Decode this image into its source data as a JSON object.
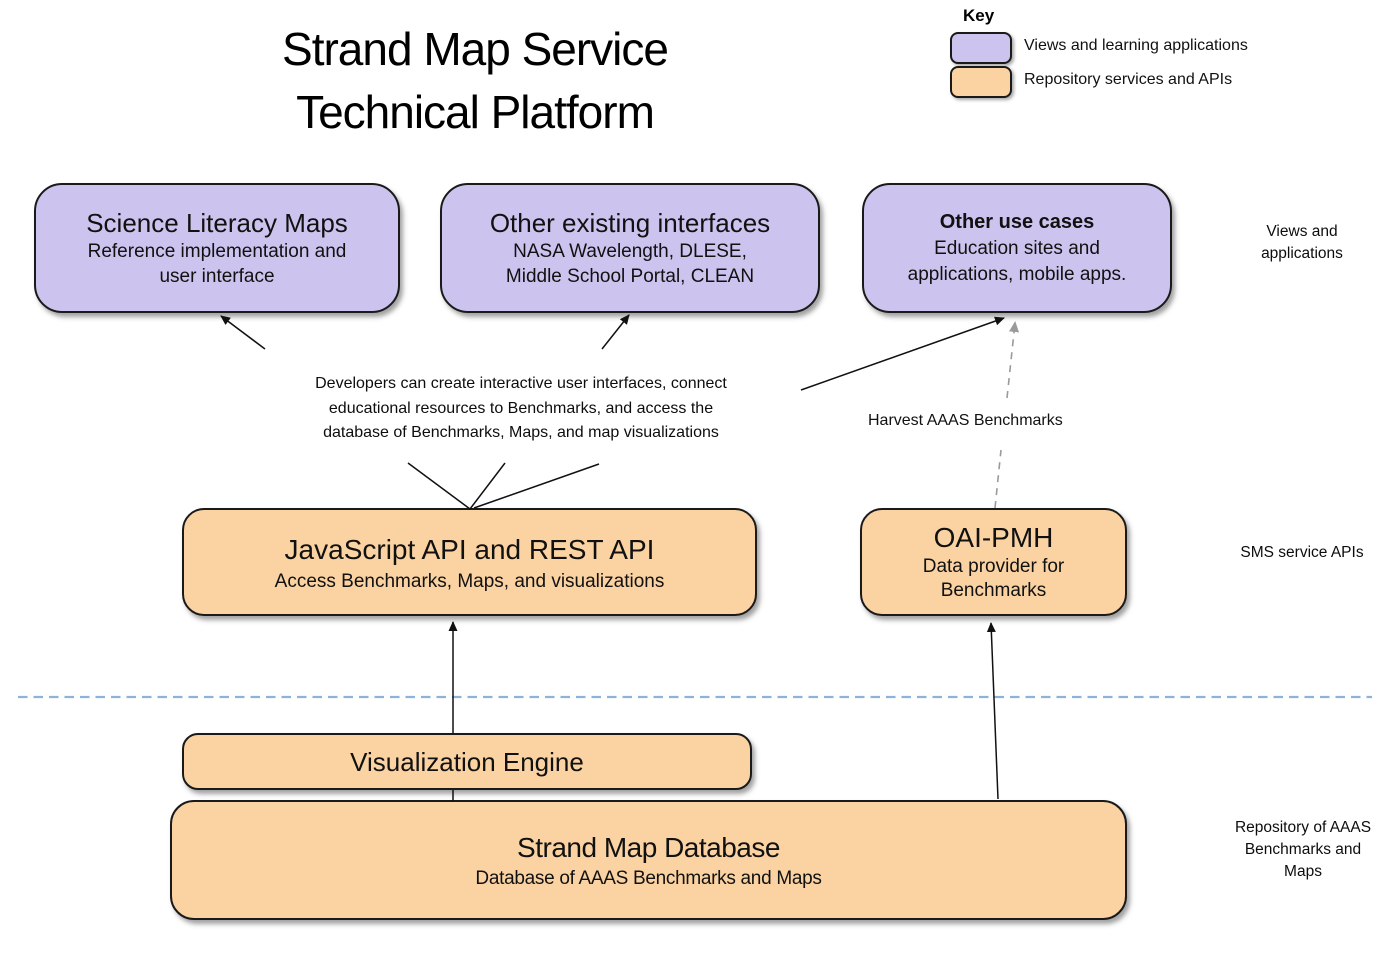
{
  "title": {
    "line1": "Strand Map Service",
    "line2": "Technical Platform"
  },
  "key": {
    "heading": "Key",
    "items": [
      {
        "label": "Views and learning applications"
      },
      {
        "label": "Repository services and APIs"
      }
    ]
  },
  "boxes": {
    "science_literacy_maps": {
      "title": "Science Literacy Maps",
      "line1": "Reference implementation and",
      "line2": "user interface"
    },
    "other_existing_interfaces": {
      "title": "Other existing interfaces",
      "line1": "NASA Wavelength, DLESE,",
      "line2": "Middle School Portal, CLEAN"
    },
    "other_use_cases": {
      "title": "Other use cases",
      "line1": "Education sites and",
      "line2": "applications, mobile apps."
    },
    "js_rest_api": {
      "title": "JavaScript API and REST API",
      "subtitle": "Access Benchmarks, Maps, and visualizations"
    },
    "oai_pmh": {
      "title": "OAI-PMH",
      "line1": "Data provider for",
      "line2": "Benchmarks"
    },
    "visualization_engine": {
      "title": "Visualization Engine"
    },
    "strand_map_database": {
      "title": "Strand Map Database",
      "subtitle": "Database of AAAS Benchmarks and Maps"
    }
  },
  "annotations": {
    "developers_note_line1": "Developers can create interactive user interfaces, connect",
    "developers_note_line2": "educational resources to Benchmarks, and access the",
    "developers_note_line3": "database of Benchmarks, Maps, and map visualizations",
    "harvest_label": "Harvest AAAS Benchmarks"
  },
  "side_labels": {
    "views_and_applications": "Views and applications",
    "sms_service_apis": "SMS service APIs",
    "repository": "Repository of AAAS Benchmarks and Maps"
  },
  "colors": {
    "views_fill": "#CCC4EE",
    "repository_fill": "#FBD3A2",
    "divider": "#8FB2D9",
    "dashed_arrow": "#9A9A9A"
  }
}
